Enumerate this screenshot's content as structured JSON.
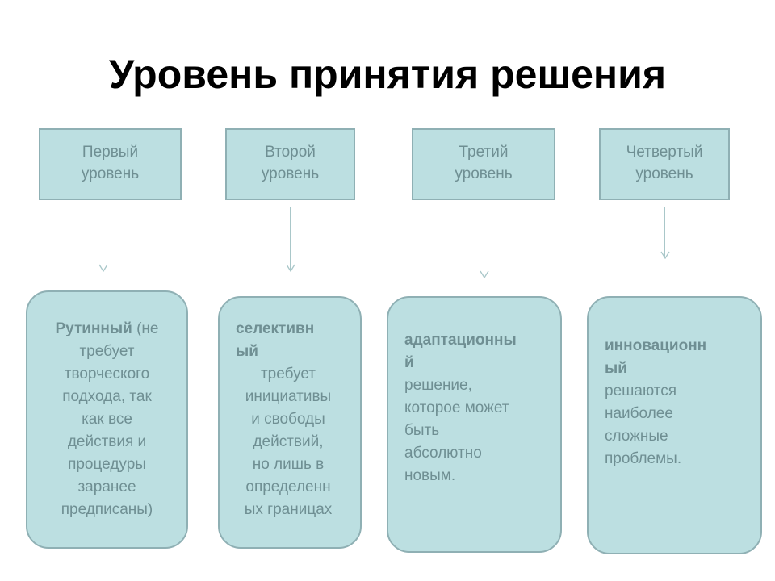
{
  "title": "Уровень принятия решения",
  "levels": [
    {
      "line1": "Первый",
      "line2": "уровень"
    },
    {
      "line1": "Второй",
      "line2": "уровень"
    },
    {
      "line1": "Третий",
      "line2": "уровень"
    },
    {
      "line1": "Четвертый",
      "line2": "уровень"
    }
  ],
  "descriptions": [
    {
      "bold": "Рутинный",
      "first_rest": " (не",
      "lines": [
        "требует",
        "творческого",
        "подхода, так",
        "как все",
        "действия и",
        "процедуры",
        "заранее",
        "предписаны)"
      ]
    },
    {
      "bold_lines": [
        "селективн",
        "ый"
      ],
      "lines": [
        "требует",
        "инициативы",
        "и свободы",
        "действий,",
        "но лишь в",
        "определенн",
        "ых границах"
      ]
    },
    {
      "bold_lines": [
        "адаптационны",
        "й"
      ],
      "lines": [
        "решение,",
        "которое может",
        "быть",
        "абсолютно",
        "новым."
      ]
    },
    {
      "bold_lines": [
        "инновационн",
        "ый"
      ],
      "lines": [
        "решаются",
        "наиболее",
        "сложные",
        "проблемы."
      ]
    }
  ],
  "colors": {
    "box_fill": "#bcdfe1",
    "box_border": "#8fb0b4",
    "text": "#6f8f93",
    "connector": "#a9c7c9"
  }
}
